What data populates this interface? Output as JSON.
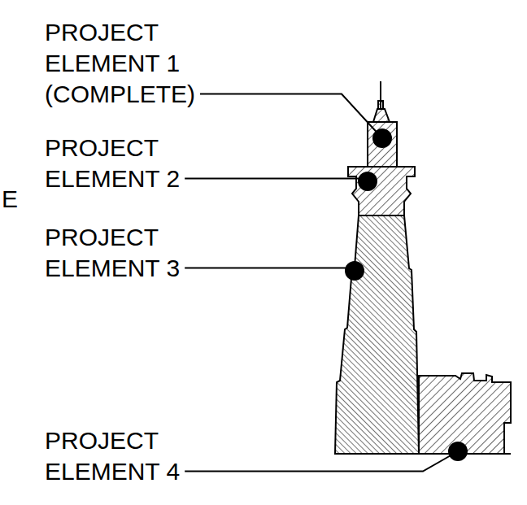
{
  "diagram": {
    "labels": [
      "PROJECT ELEMENT 1 (COMPLETE)",
      "PROJECT ELEMENT 2",
      "PROJECT ELEMENT 3",
      "PROJECT ELEMENT 4",
      "E"
    ]
  }
}
